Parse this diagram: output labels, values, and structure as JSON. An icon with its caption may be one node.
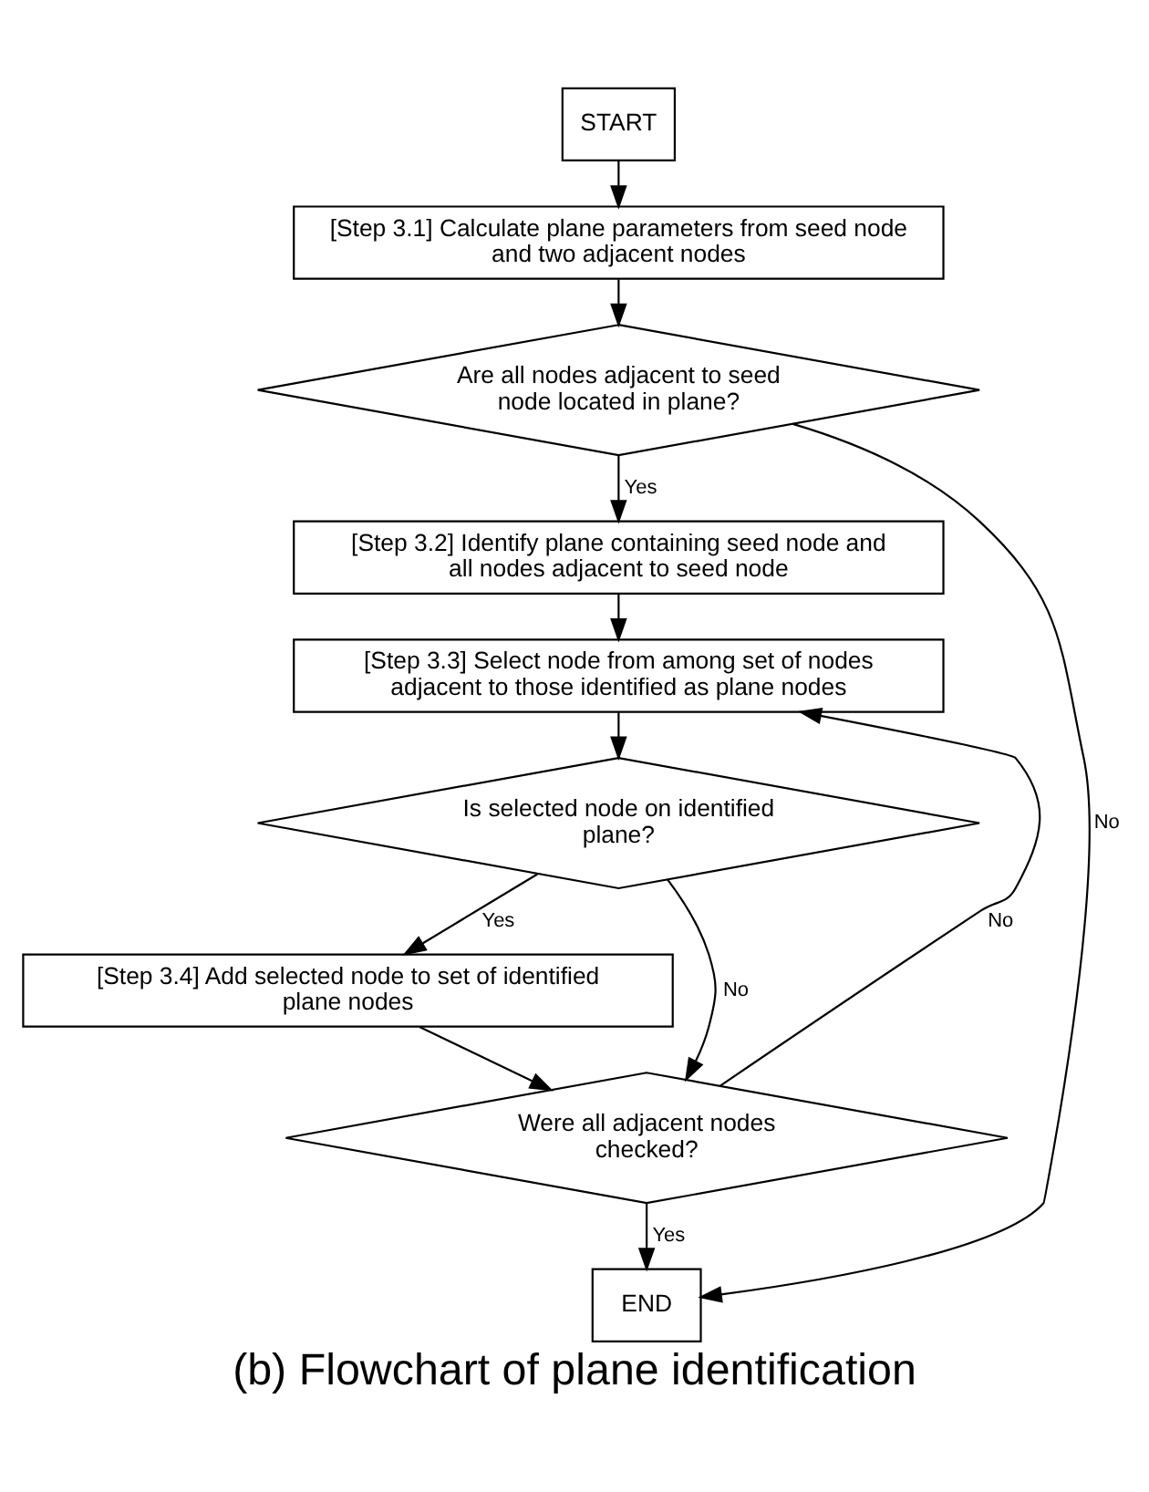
{
  "diagram": {
    "caption": "(b) Flowchart of plane identification",
    "nodes": [
      {
        "text": [
          "START"
        ]
      },
      {
        "text": [
          "[Step 3.1] Calculate plane parameters from seed node and two adjacent nodes"
        ]
      },
      {
        "text": [
          "Are all nodes adjacent to seed node located in plane?"
        ]
      },
      {
        "text": [
          "[Step 3.2] Identify plane containing seed node and all nodes adjacent to seed node"
        ]
      },
      {
        "text": [
          "[Step 3.3] Select node from among set of nodes adjacent to those identified as plane nodes"
        ]
      },
      {
        "text": [
          "Is selected node on identified plane?"
        ]
      },
      {
        "text": [
          "[Step 3.4] Add selected node to set of identified plane nodes"
        ]
      },
      {
        "text": [
          "Were all adjacent nodes checked?"
        ]
      },
      {
        "text": [
          "END"
        ]
      }
    ],
    "edges": [
      {
        "from": 0,
        "to": 1,
        "arrow": "to"
      },
      {
        "from": 1,
        "to": 2,
        "arrow": "to"
      },
      {
        "from": 2,
        "to": 3,
        "arrow": "to",
        "label": "Yes"
      },
      {
        "from": 2,
        "to": 8,
        "arrow": "to",
        "label": "No"
      },
      {
        "from": 3,
        "to": 4,
        "arrow": "to"
      },
      {
        "from": 4,
        "to": 5,
        "arrow": "to"
      },
      {
        "from": 5,
        "to": 6,
        "arrow": "to",
        "label": "Yes"
      },
      {
        "from": 5,
        "to": 7,
        "arrow": "to",
        "label": "No"
      },
      {
        "from": 6,
        "to": 7,
        "arrow": "to"
      },
      {
        "from": 7,
        "to": 4,
        "arrow": "to",
        "label": "No"
      },
      {
        "from": 7,
        "to": 8,
        "arrow": "to",
        "label": "Yes"
      }
    ]
  }
}
